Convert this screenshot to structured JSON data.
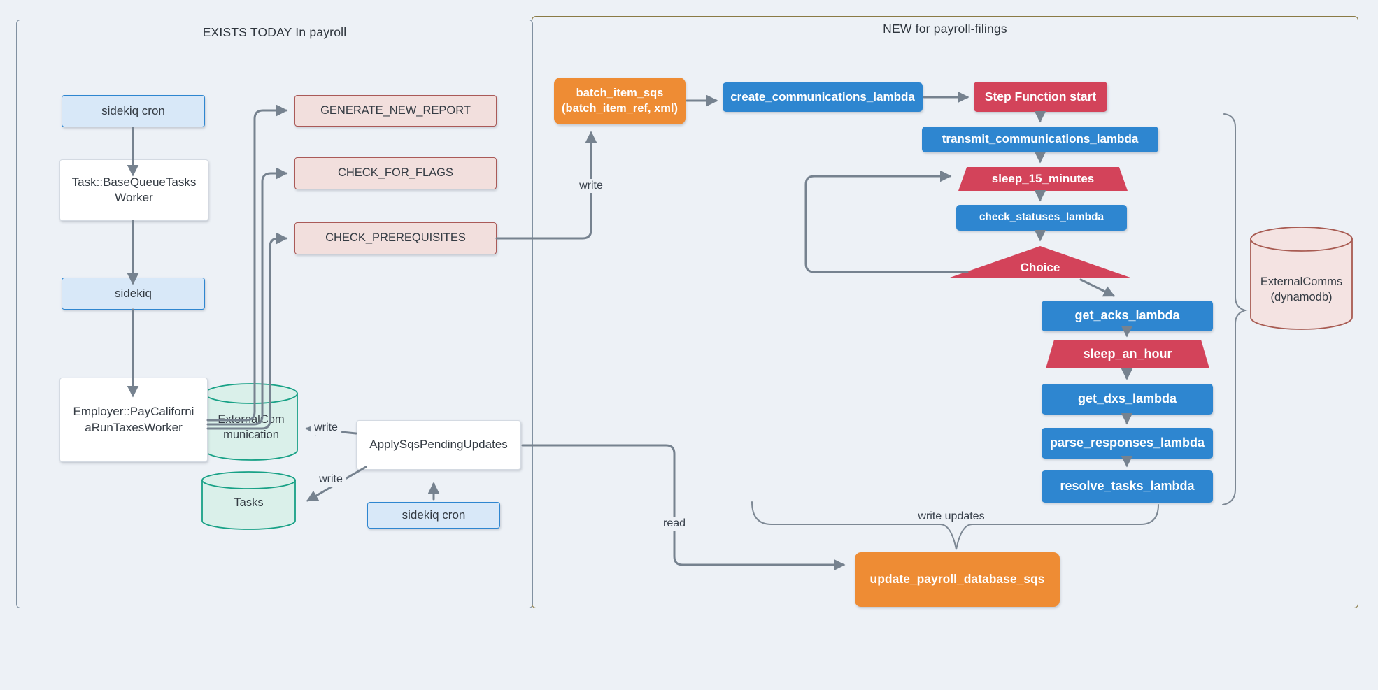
{
  "left_panel": {
    "title": "EXISTS TODAY In payroll",
    "nodes": {
      "sidekiq_cron_top": "sidekiq cron",
      "base_queue_tasks_worker": "Task::BaseQueueTasks\nWorker",
      "sidekiq": "sidekiq",
      "pay_california_worker": "Employer::PayCaliforni\naRunTaxesWorker",
      "generate_new_report": "GENERATE_NEW_REPORT",
      "check_for_flags": "CHECK_FOR_FLAGS",
      "check_prerequisites": "CHECK_PREREQUISITES",
      "external_communication_db": "ExternalCom\nmunication",
      "tasks_db": "Tasks",
      "apply_sqs_pending_updates": "ApplySqsPendingUpdates",
      "sidekiq_cron_bottom": "sidekiq cron"
    },
    "edge_labels": {
      "write_to_external_communication": "write",
      "write_to_tasks": "write",
      "write_to_batch_queue": "write"
    }
  },
  "right_panel": {
    "title": "NEW for payroll-filings",
    "nodes": {
      "batch_item_sqs": "batch_item_sqs\n(batch_item_ref, xml)",
      "create_communications_lambda": "create_communications_lambda",
      "step_function_start": "Step Function start",
      "transmit_communications_lambda": "transmit_communications_lambda",
      "sleep_15_minutes": "sleep_15_minutes",
      "check_statuses_lambda": "check_statuses_lambda",
      "choice": "Choice",
      "get_acks_lambda": "get_acks_lambda",
      "sleep_an_hour": "sleep_an_hour",
      "get_dxs_lambda": "get_dxs_lambda",
      "parse_responses_lambda": "parse_responses_lambda",
      "resolve_tasks_lambda": "resolve_tasks_lambda",
      "external_comms_db": "ExternalComms\n(dynamodb)",
      "update_payroll_database_sqs": "update_payroll_database_sqs"
    },
    "edge_labels": {
      "read": "read",
      "write_updates": "write updates"
    }
  },
  "colors": {
    "background": "#edf1f6",
    "lambda_blue": "#2e86d0",
    "state_red": "#d3435a",
    "sqs_orange": "#ee8c34",
    "light_blue_fill": "#d8e8f8",
    "pink_fill": "#f2dfdd",
    "pink_border": "#aa5a58",
    "teal_fill": "#daf0ea",
    "teal_border": "#18a186",
    "dynamo_fill": "#f4e3e2",
    "dynamo_border": "#a85b52",
    "edge_gray": "#76828f",
    "left_panel_border": "#8191a1",
    "right_panel_border": "#8a7a45"
  }
}
